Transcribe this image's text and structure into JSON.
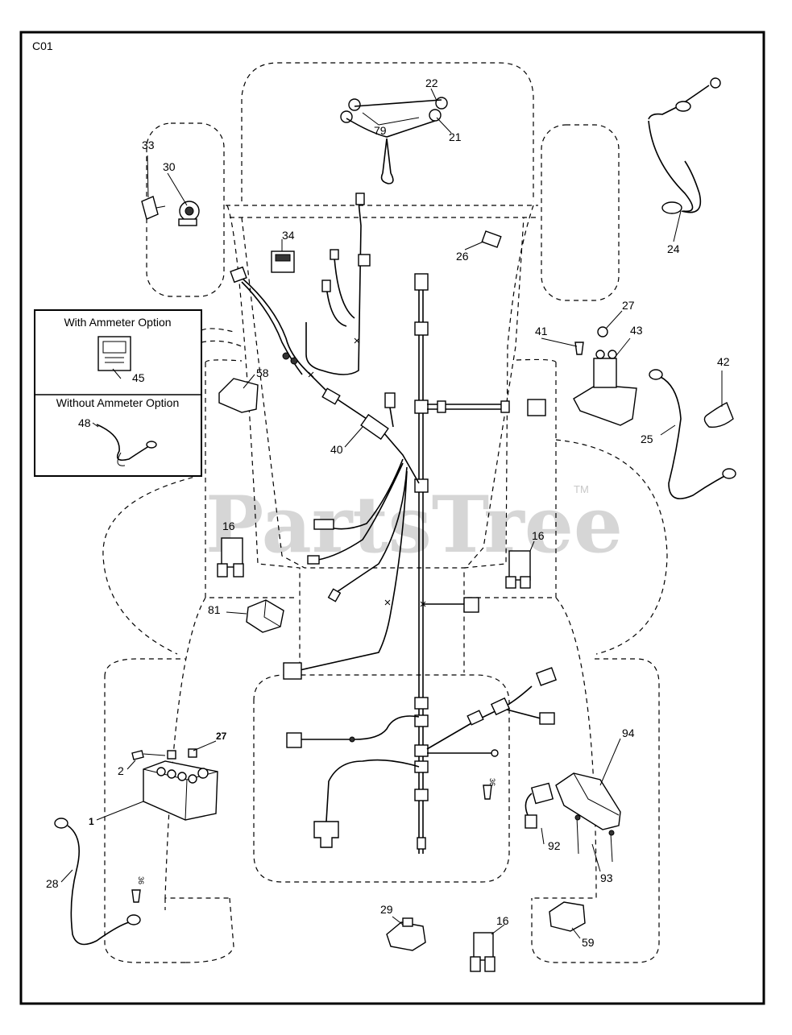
{
  "diagram": {
    "code": "C01",
    "watermark": "PartsTree",
    "trademark": "TM",
    "options": {
      "with_ammeter": "With Ammeter Option",
      "without_ammeter": "Without Ammeter Option"
    },
    "callouts": [
      "22",
      "21",
      "79",
      "33",
      "30",
      "24",
      "34",
      "26",
      "27",
      "43",
      "41",
      "42",
      "25",
      "58",
      "40",
      "16",
      "16",
      "81",
      "94",
      "27",
      "2",
      "1",
      "36",
      "92",
      "93",
      "28",
      "36",
      "29",
      "16",
      "59",
      "45",
      "48"
    ]
  }
}
